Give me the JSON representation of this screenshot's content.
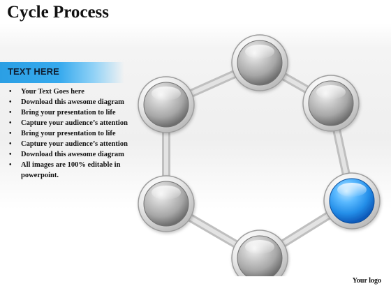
{
  "slide": {
    "title": "Cycle Process",
    "text_header": "TEXT HERE",
    "bullets": [
      "Your Text Goes here",
      "Download this awesome diagram",
      "Bring your presentation to life",
      "Capture your audience’s attention",
      "Bring your presentation to life",
      "Capture your audience’s attention",
      "Download this awesome diagram",
      "All images are 100% editable in powerpoint."
    ],
    "logo": "Your logo"
  },
  "diagram": {
    "type": "hexagon-cycle",
    "node_count": 6,
    "nodes": [
      {
        "position": "top",
        "color": "gray"
      },
      {
        "position": "upper-right",
        "color": "gray"
      },
      {
        "position": "lower-right",
        "color": "blue"
      },
      {
        "position": "bottom",
        "color": "gray"
      },
      {
        "position": "lower-left",
        "color": "gray"
      },
      {
        "position": "upper-left",
        "color": "gray"
      }
    ],
    "colors": {
      "gray_light": "#f4f4f4",
      "gray_mid": "#a7a7a7",
      "gray_dark": "#6d6d6d",
      "blue_light": "#bfe7ff",
      "blue_mid": "#248ee8",
      "blue_dark": "#0d58b8",
      "connector": "#d8d8d8"
    }
  },
  "colors": {
    "header_bar": "#37aaee",
    "text": "#111111"
  }
}
